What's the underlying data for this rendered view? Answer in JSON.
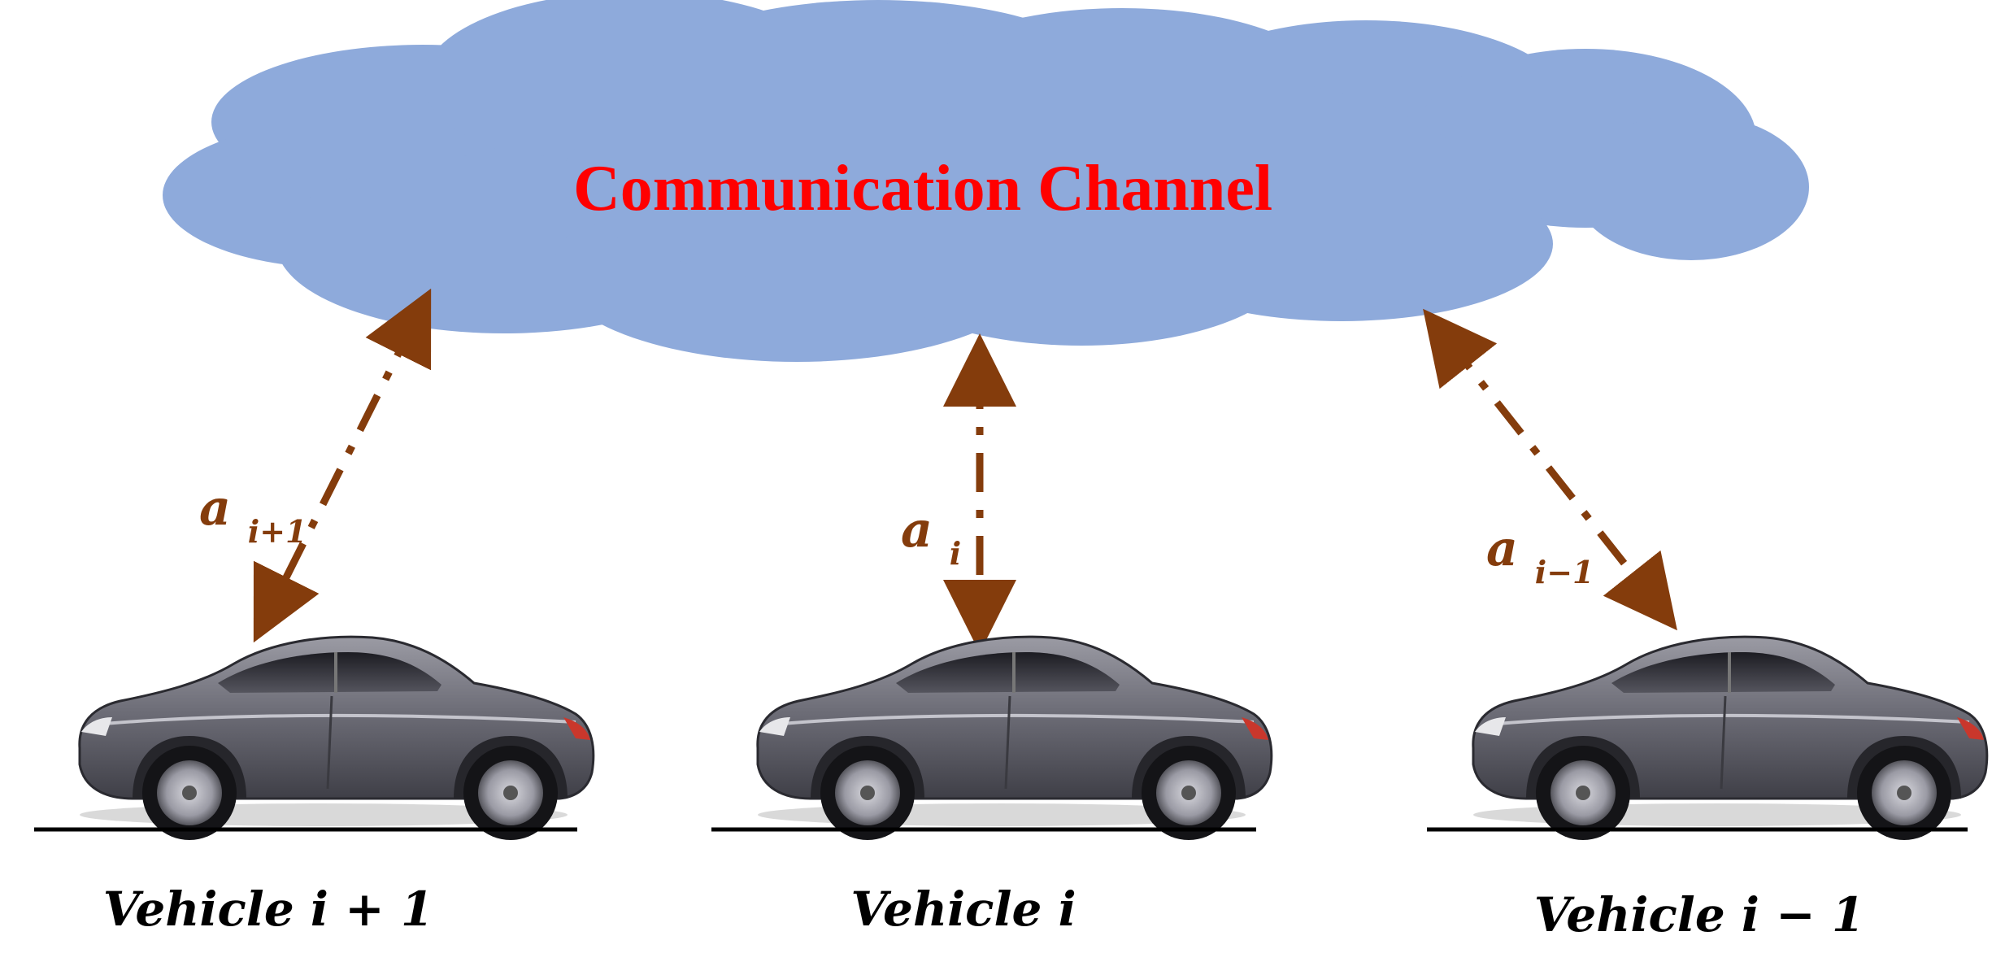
{
  "cloud": {
    "title": "Communication Channel",
    "fill_color": "#8eaadb",
    "title_color": "#ff0000"
  },
  "links": [
    {
      "label_main": "a",
      "label_sub": "i+1"
    },
    {
      "label_main": "a",
      "label_sub": "i"
    },
    {
      "label_main": "a",
      "label_sub": "i−1"
    }
  ],
  "vehicles": [
    {
      "label": "Vehicle i + 1"
    },
    {
      "label": "Vehicle i"
    },
    {
      "label": "Vehicle i − 1"
    }
  ],
  "colors": {
    "arrow": "#843c0c",
    "car_body": "#6b6b75",
    "ground": "#000000",
    "vehicle_label": "#000000"
  }
}
